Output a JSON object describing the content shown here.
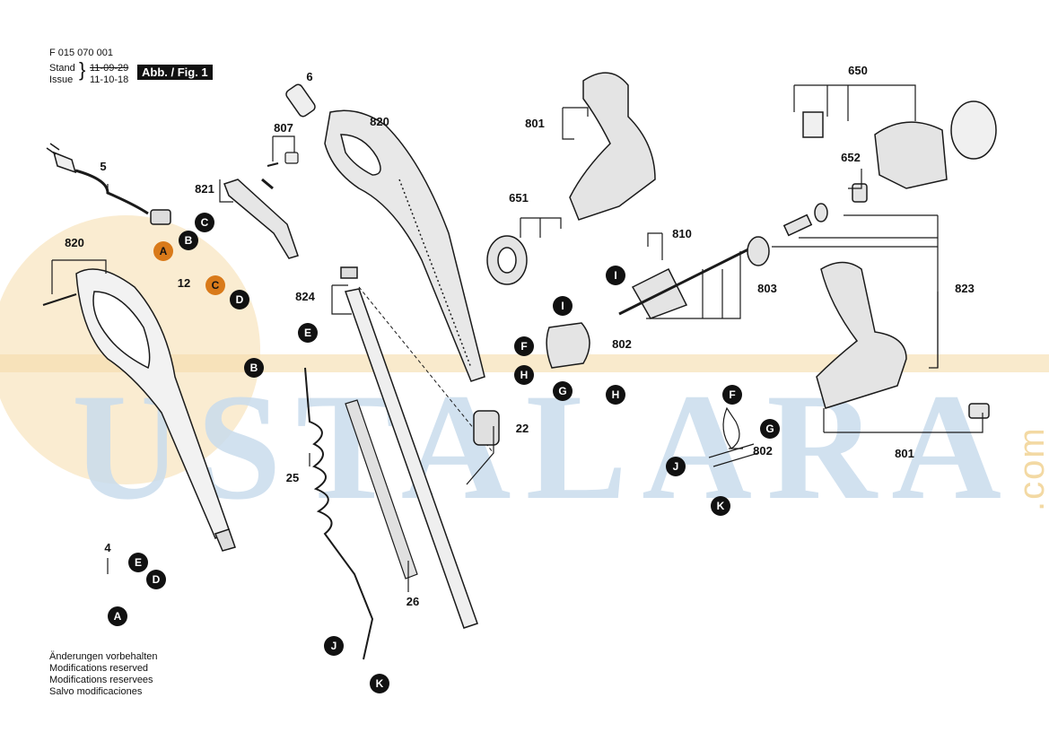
{
  "header": {
    "doc_number": "F 015 070 001",
    "stand_label": "Stand",
    "issue_label": "Issue",
    "stand_date": "11-09-29",
    "issue_date": "11-10-18",
    "figure_label": "Abb. / Fig. 1"
  },
  "footer_notes": [
    "Änderungen vorbehalten",
    "Modifications reserved",
    "Modifications reservees",
    "Salvo modificaciones"
  ],
  "watermark": {
    "text": "USTALARA",
    "suffix": ".com",
    "colors": {
      "blue": "#c9dced",
      "orange": "#f5dcaa"
    }
  },
  "part_numbers": [
    "F 015 070 001",
    "4",
    "5",
    "6",
    "12",
    "22",
    "25",
    "26",
    "650",
    "651",
    "652",
    "801",
    "802",
    "803",
    "807",
    "810",
    "820",
    "821",
    "823",
    "824"
  ],
  "connector_letters": [
    "A",
    "B",
    "C",
    "D",
    "E",
    "F",
    "G",
    "H",
    "I",
    "J",
    "K"
  ],
  "colors": {
    "ink": "#1a1a1a",
    "connector_orange": "#d97a1a",
    "connector_dark": "#111111"
  }
}
